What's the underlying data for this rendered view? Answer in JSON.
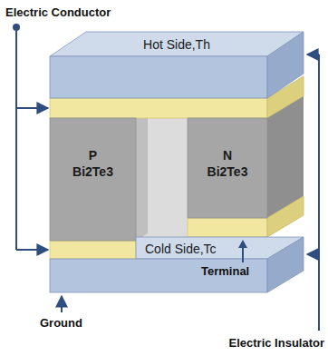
{
  "diagram": {
    "nodes": [
      {
        "text": [
          "Hot Side,Th"
        ]
      },
      {
        "text": [
          "P Bi2Te3"
        ]
      },
      {
        "text": [
          "N Bi2Te3"
        ]
      },
      {
        "text": [
          "Cold Side,Tc"
        ]
      }
    ],
    "labels": [
      "Electric Conductor",
      "Terminal",
      "Ground",
      "Electric Insulator"
    ]
  }
}
